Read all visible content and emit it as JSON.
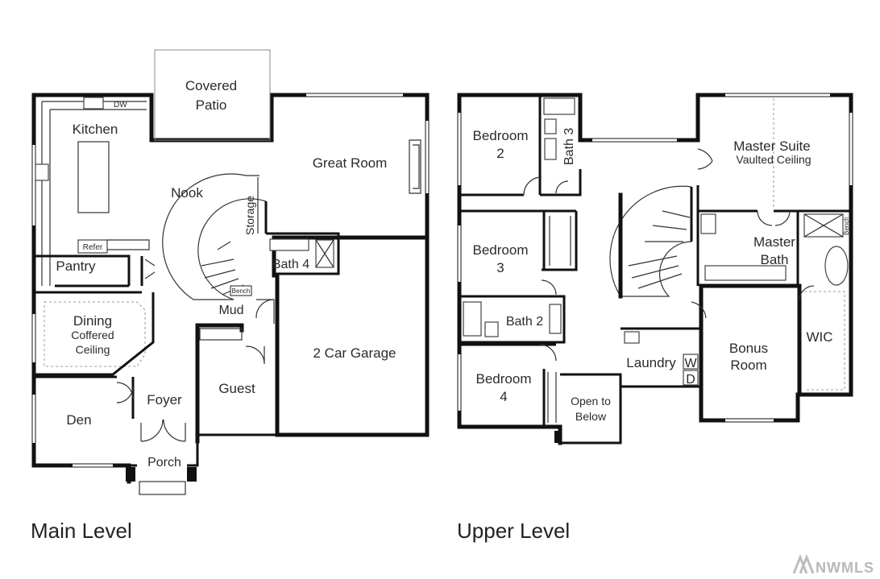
{
  "main_level": {
    "title": "Main Level",
    "rooms": {
      "covered_patio": [
        "Covered",
        "Patio"
      ],
      "kitchen": "Kitchen",
      "great_room": "Great Room",
      "nook": "Nook",
      "storage": "Storage",
      "pantry": "Pantry",
      "bath4": "Bath 4",
      "dining": [
        "Dining",
        "Coffered",
        "Ceiling"
      ],
      "mud": "Mud",
      "two_car_garage": "2 Car Garage",
      "foyer": "Foyer",
      "guest": "Guest",
      "den": "Den",
      "porch": "Porch"
    },
    "fixtures": {
      "dw": "DW",
      "refer": "Refer",
      "bench": "Bench"
    }
  },
  "upper_level": {
    "title": "Upper Level",
    "rooms": {
      "bedroom2": [
        "Bedroom",
        "2"
      ],
      "bath3": "Bath 3",
      "master_suite": [
        "Master Suite",
        "Vaulted Ceiling"
      ],
      "bedroom3": [
        "Bedroom",
        "3"
      ],
      "master_bath": [
        "Master",
        "Bath"
      ],
      "bath2": "Bath 2",
      "wic": "WIC",
      "bedroom4": [
        "Bedroom",
        "4"
      ],
      "laundry": "Laundry",
      "bonus_room": [
        "Bonus",
        "Room"
      ],
      "open_to_below": [
        "Open to",
        "Below"
      ]
    },
    "fixtures": {
      "w": "W",
      "d": "D",
      "bench": "Bench"
    }
  },
  "watermark": "NWMLS"
}
